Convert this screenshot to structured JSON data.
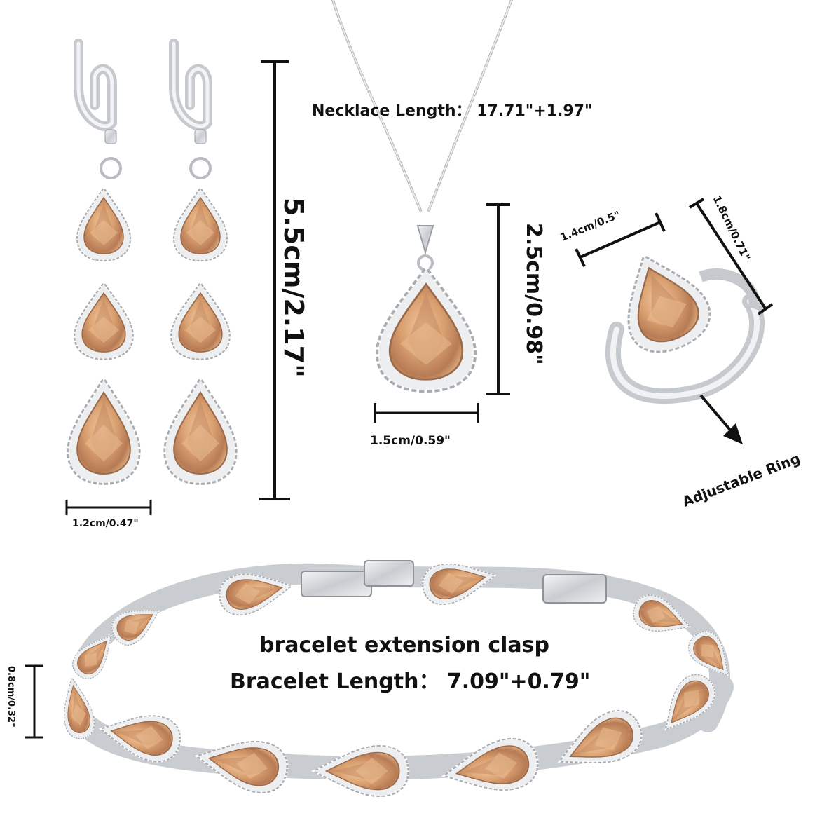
{
  "labels": {
    "necklace_length": "Necklace Length： 17.71\"+1.97\"",
    "earring_height": "5.5cm/2.17\"",
    "earring_width": "1.2cm/0.47\"",
    "pendant_height": "2.5cm/0.98\"",
    "pendant_width": "1.5cm/0.59\"",
    "ring_width": "1.4cm/0.5\"",
    "ring_height": "1.8cm/0.71\"",
    "ring_adjustable": "Adjustable Ring",
    "bracelet_clasp": "bracelet extension clasp",
    "bracelet_length": "Bracelet Length： 7.09\"+0.79\"",
    "bracelet_height": "0.8cm/0.32\""
  },
  "colors": {
    "background": "#ffffff",
    "gem": "#d9a070",
    "gem_dark": "#a86c4a",
    "silver": "#d8dadc",
    "silver_dark": "#9a9ea2",
    "ink": "#111111"
  }
}
